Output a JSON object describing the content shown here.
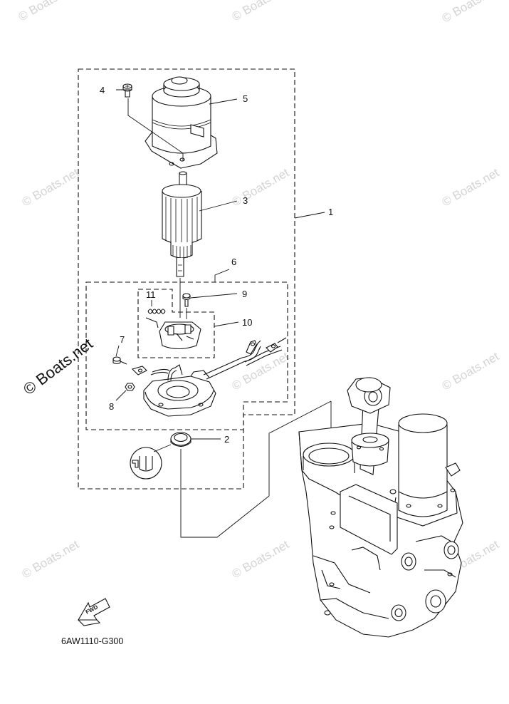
{
  "watermarks": {
    "repeat_text": "© Boats.net",
    "large_text": "© Boats.net"
  },
  "callouts": {
    "c1": "1",
    "c2": "2",
    "c3": "3",
    "c4": "4",
    "c5": "5",
    "c6": "6",
    "c7": "7",
    "c8": "8",
    "c9": "9",
    "c10": "10",
    "c11": "11"
  },
  "fwd_label": "FWD",
  "diagram_code": "6AW1110-G300"
}
